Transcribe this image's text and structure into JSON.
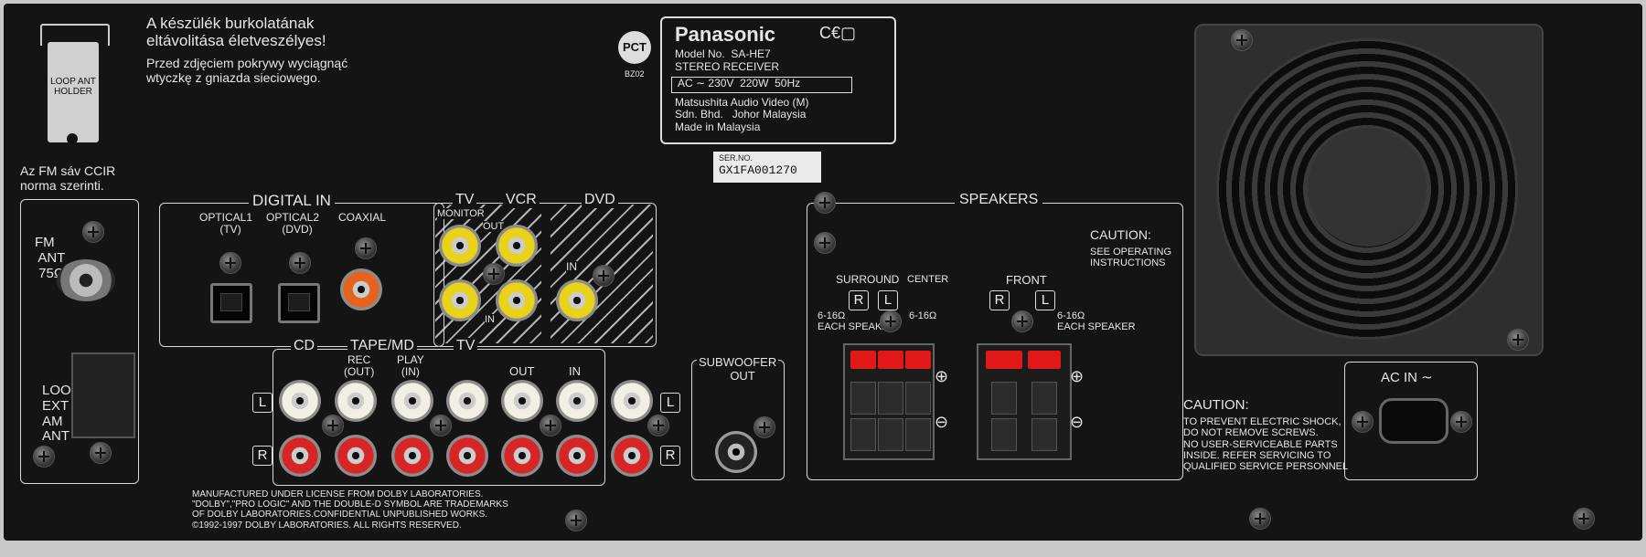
{
  "warnings": {
    "hungarian": [
      "A készülék burkolatának",
      "eltávolitása életveszélyes!"
    ],
    "polish": [
      "Przed zdjęciem pokrywy wyciągnąć",
      "wtyczkę z gniazda sieciowego."
    ]
  },
  "loop_ant_holder": [
    "LOOP ANT",
    "HOLDER"
  ],
  "fm_note": [
    "Az FM sáv CCIR",
    "norma szerinti."
  ],
  "rating_plate": {
    "brand": "Panasonic",
    "model": "Model No.  SA-HE7",
    "type": "STEREO RECEIVER",
    "power": "AC ∼ 230V  220W  50Hz",
    "maker": [
      "Matsushita Audio Video (M)",
      "Sdn. Bhd.   Johor Malaysia",
      "Made in Malaysia"
    ],
    "cert_mark": "PCT",
    "cert_code": "BZ02"
  },
  "serial": {
    "label": "SER.NO.",
    "value": "GX1FA001270"
  },
  "digital_in": {
    "title": "DIGITAL IN",
    "optical1": [
      "OPTICAL1",
      "(TV)"
    ],
    "optical2": [
      "OPTICAL2",
      "(DVD)"
    ],
    "coaxial": "COAXIAL"
  },
  "video": {
    "tv": "TV",
    "monitor": "MONITOR",
    "out": "OUT",
    "vcr": "VCR",
    "in": "IN",
    "dvd": "DVD"
  },
  "antenna": {
    "fm": [
      "FM",
      "ANT",
      "75Ω"
    ],
    "loop": [
      "LOOP",
      "EXT",
      "AM",
      "ANT"
    ]
  },
  "audio_in": {
    "cd": "CD",
    "tape": "TAPE/MD",
    "rec": [
      "REC",
      "(OUT)"
    ],
    "play": [
      "PLAY",
      "(IN)"
    ],
    "tv": "TV",
    "out": "OUT",
    "in": "IN",
    "l": "L",
    "r": "R"
  },
  "subwoofer": [
    "SUBWOOFER",
    "OUT"
  ],
  "speakers": {
    "title": "SPEAKERS",
    "surround": "SURROUND",
    "center": "CENTER",
    "front": "FRONT",
    "r": "R",
    "l": "L",
    "imp_surround": [
      "6-16Ω",
      "EACH SPEAKER"
    ],
    "imp_center": "6-16Ω",
    "imp_front": [
      "6-16Ω",
      "EACH SPEAKER"
    ],
    "caution": [
      "CAUTION:",
      "SEE OPERATING",
      "INSTRUCTIONS"
    ],
    "plus": "⊕",
    "minus": "⊖"
  },
  "ac_in": "AC IN ∼",
  "caution_shock": {
    "title": "CAUTION:",
    "lines": [
      "TO PREVENT ELECTRIC SHOCK,",
      "DO NOT REMOVE SCREWS.",
      "NO USER-SERVICEABLE PARTS",
      "INSIDE. REFER SERVICING TO",
      "QUALIFIED SERVICE PERSONNEL"
    ]
  },
  "dolby": [
    "MANUFACTURED UNDER LICENSE FROM DOLBY LABORATORIES.",
    "\"DOLBY\",\"PRO LOGIC\" AND THE DOUBLE-D SYMBOL ARE TRADEMARKS",
    "OF DOLBY LABORATORIES.CONFIDENTIAL UNPUBLISHED WORKS.",
    "©1992-1997 DOLBY LABORATORIES. ALL RIGHTS RESERVED."
  ]
}
